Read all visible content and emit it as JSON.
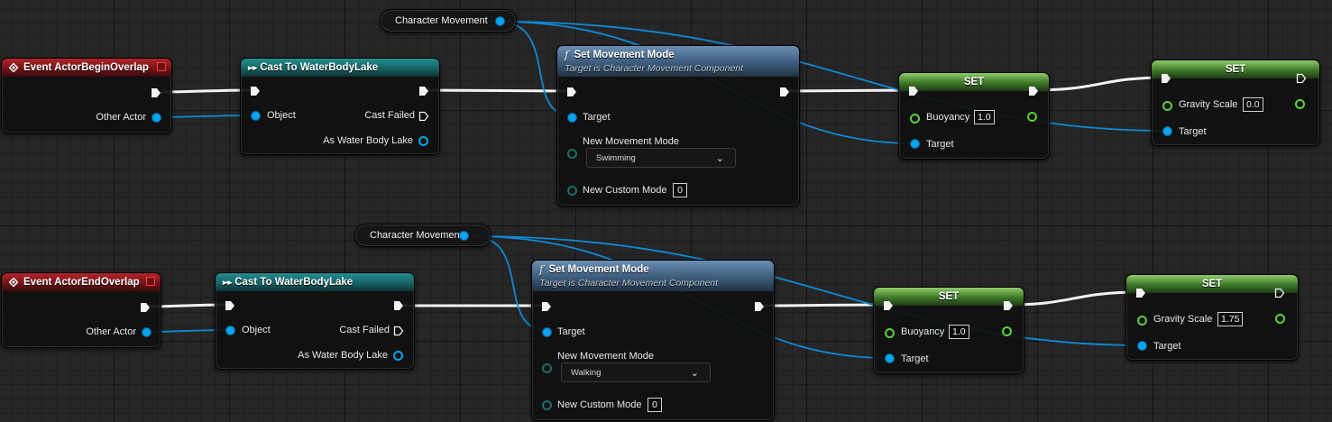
{
  "groups": [
    {
      "var_node": {
        "label": "Character Movement"
      },
      "event_node": {
        "title": "Event ActorBeginOverlap",
        "pin_other_actor": "Other Actor"
      },
      "cast_node": {
        "title": "Cast To WaterBodyLake",
        "pin_object": "Object",
        "pin_cast_failed": "Cast Failed",
        "pin_as": "As Water Body Lake"
      },
      "func_node": {
        "title": "Set Movement Mode",
        "subtitle": "Target is Character Movement Component",
        "pin_target": "Target",
        "pin_new_mode": "New Movement Mode",
        "mode_value": "Swimming",
        "pin_custom_mode": "New Custom Mode",
        "custom_mode_value": "0"
      },
      "set_buoyancy": {
        "title": "SET",
        "label": "Buoyancy",
        "value": "1.0",
        "pin_target": "Target"
      },
      "set_gravity": {
        "title": "SET",
        "label": "Gravity Scale",
        "value": "0.0",
        "pin_target": "Target"
      }
    },
    {
      "var_node": {
        "label": "Character Movement"
      },
      "event_node": {
        "title": "Event ActorEndOverlap",
        "pin_other_actor": "Other Actor"
      },
      "cast_node": {
        "title": "Cast To WaterBodyLake",
        "pin_object": "Object",
        "pin_cast_failed": "Cast Failed",
        "pin_as": "As Water Body Lake"
      },
      "func_node": {
        "title": "Set Movement Mode",
        "subtitle": "Target is Character Movement Component",
        "pin_target": "Target",
        "pin_new_mode": "New Movement Mode",
        "mode_value": "Walking",
        "pin_custom_mode": "New Custom Mode",
        "custom_mode_value": "0"
      },
      "set_buoyancy": {
        "title": "SET",
        "label": "Buoyancy",
        "value": "1.0",
        "pin_target": "Target"
      },
      "set_gravity": {
        "title": "SET",
        "label": "Gravity Scale",
        "value": "1.75",
        "pin_target": "Target"
      }
    }
  ],
  "icons": {
    "event": "event-diamond-icon",
    "cast": "cast-arrows-icon",
    "function": "function-f-icon",
    "exec": "exec-arrow-icon",
    "dropdown": "chevron-down-icon"
  },
  "colors": {
    "event_header": "#8a1a1f",
    "cast_header": "#1a7375",
    "function_header": "#4a6b8c",
    "set_header": "#4f8a35",
    "object_pin": "#0aa3f0",
    "float_pin": "#5ccf3d",
    "exec_wire": "#f2f2f2"
  }
}
